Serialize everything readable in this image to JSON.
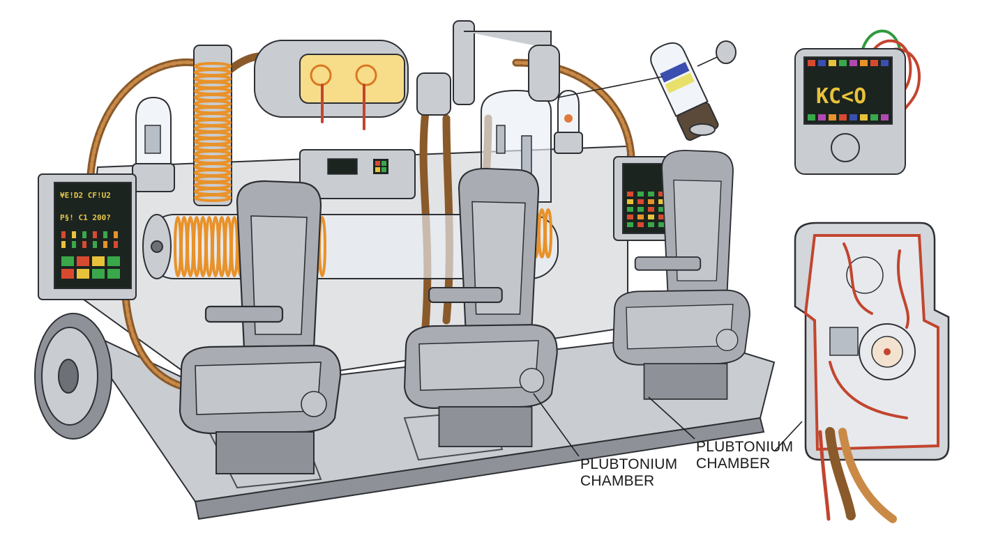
{
  "labels": {
    "callout_left": [
      "PLUBTONIUM",
      "CHAMBER"
    ],
    "callout_right": [
      "PLUBTONIUM",
      "CHAMBER"
    ]
  },
  "panels": {
    "left_panel_text": [
      "¥E!D2  CF!U2",
      "P§! C1  200?"
    ],
    "inset_display_text": "KC<O"
  },
  "colors": {
    "background": "#ffffff",
    "metal": "#c9ccd0",
    "seat": "#a9adb3",
    "coil": "#e8922a",
    "hose": "#8a5a2a",
    "wire_red": "#c2452e",
    "wire_green": "#2f9a3c",
    "panel_screen": "#1c2420"
  }
}
